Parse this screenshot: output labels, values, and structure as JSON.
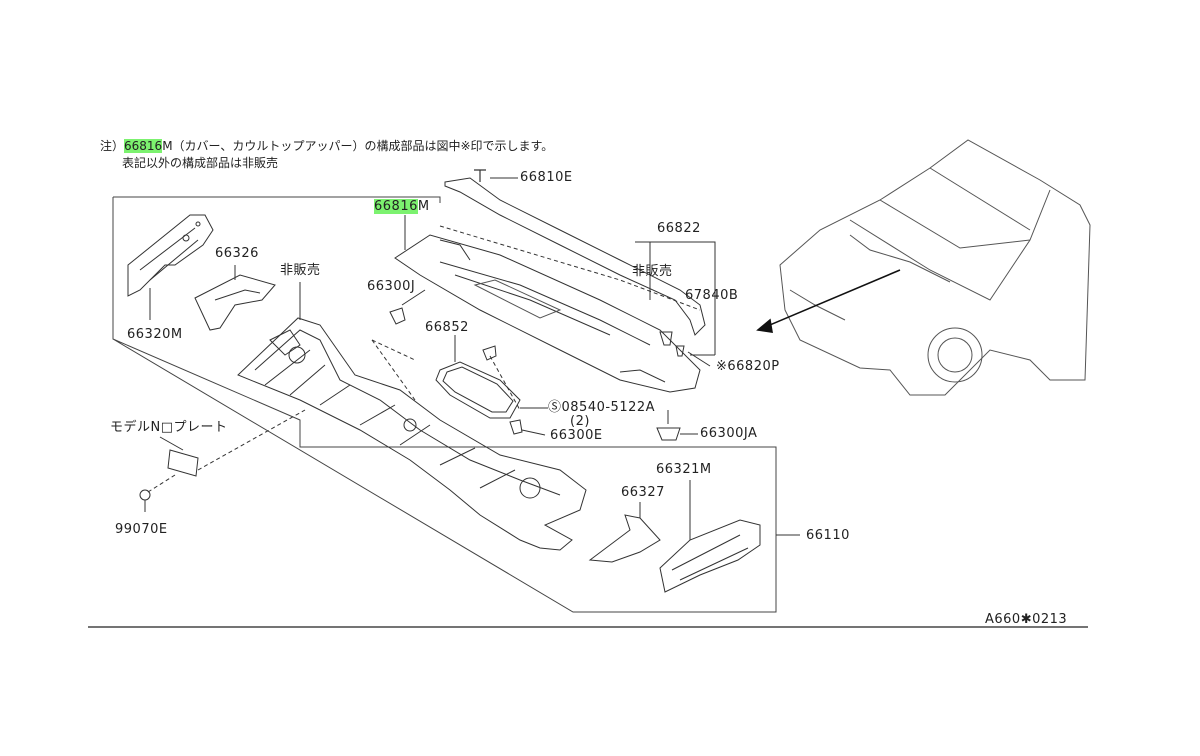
{
  "colors": {
    "highlight": "#7cf26f",
    "line": "#333333",
    "background": "#ffffff"
  },
  "note": {
    "prefix": "注）",
    "part": "66816",
    "suffix": "M（カバー、カウルトップアッパー）の構成部品は図中※印で示します。",
    "line2": "表記以外の構成部品は非販売"
  },
  "labels": {
    "p66816m_part": "66816",
    "p66816m_suffix": "M",
    "p66810e": "66810E",
    "p66822": "66822",
    "hihanbai_right": "非販売",
    "p67840b": "67840B",
    "p66820p": "※66820P",
    "p66326": "66326",
    "p66320m": "66320M",
    "hihanbai_left": "非販売",
    "p66300j": "66300J",
    "p66852": "66852",
    "p08540": "Ⓢ08540-5122A",
    "p08540_qty": "(2)",
    "p66300e": "66300E",
    "p66300ja": "66300JA",
    "model_plate": "モデルN□プレート",
    "p99070e": "99070E",
    "p66327": "66327",
    "p66321m": "66321M",
    "p66110": "66110",
    "figure_code": "A660✱0213"
  }
}
